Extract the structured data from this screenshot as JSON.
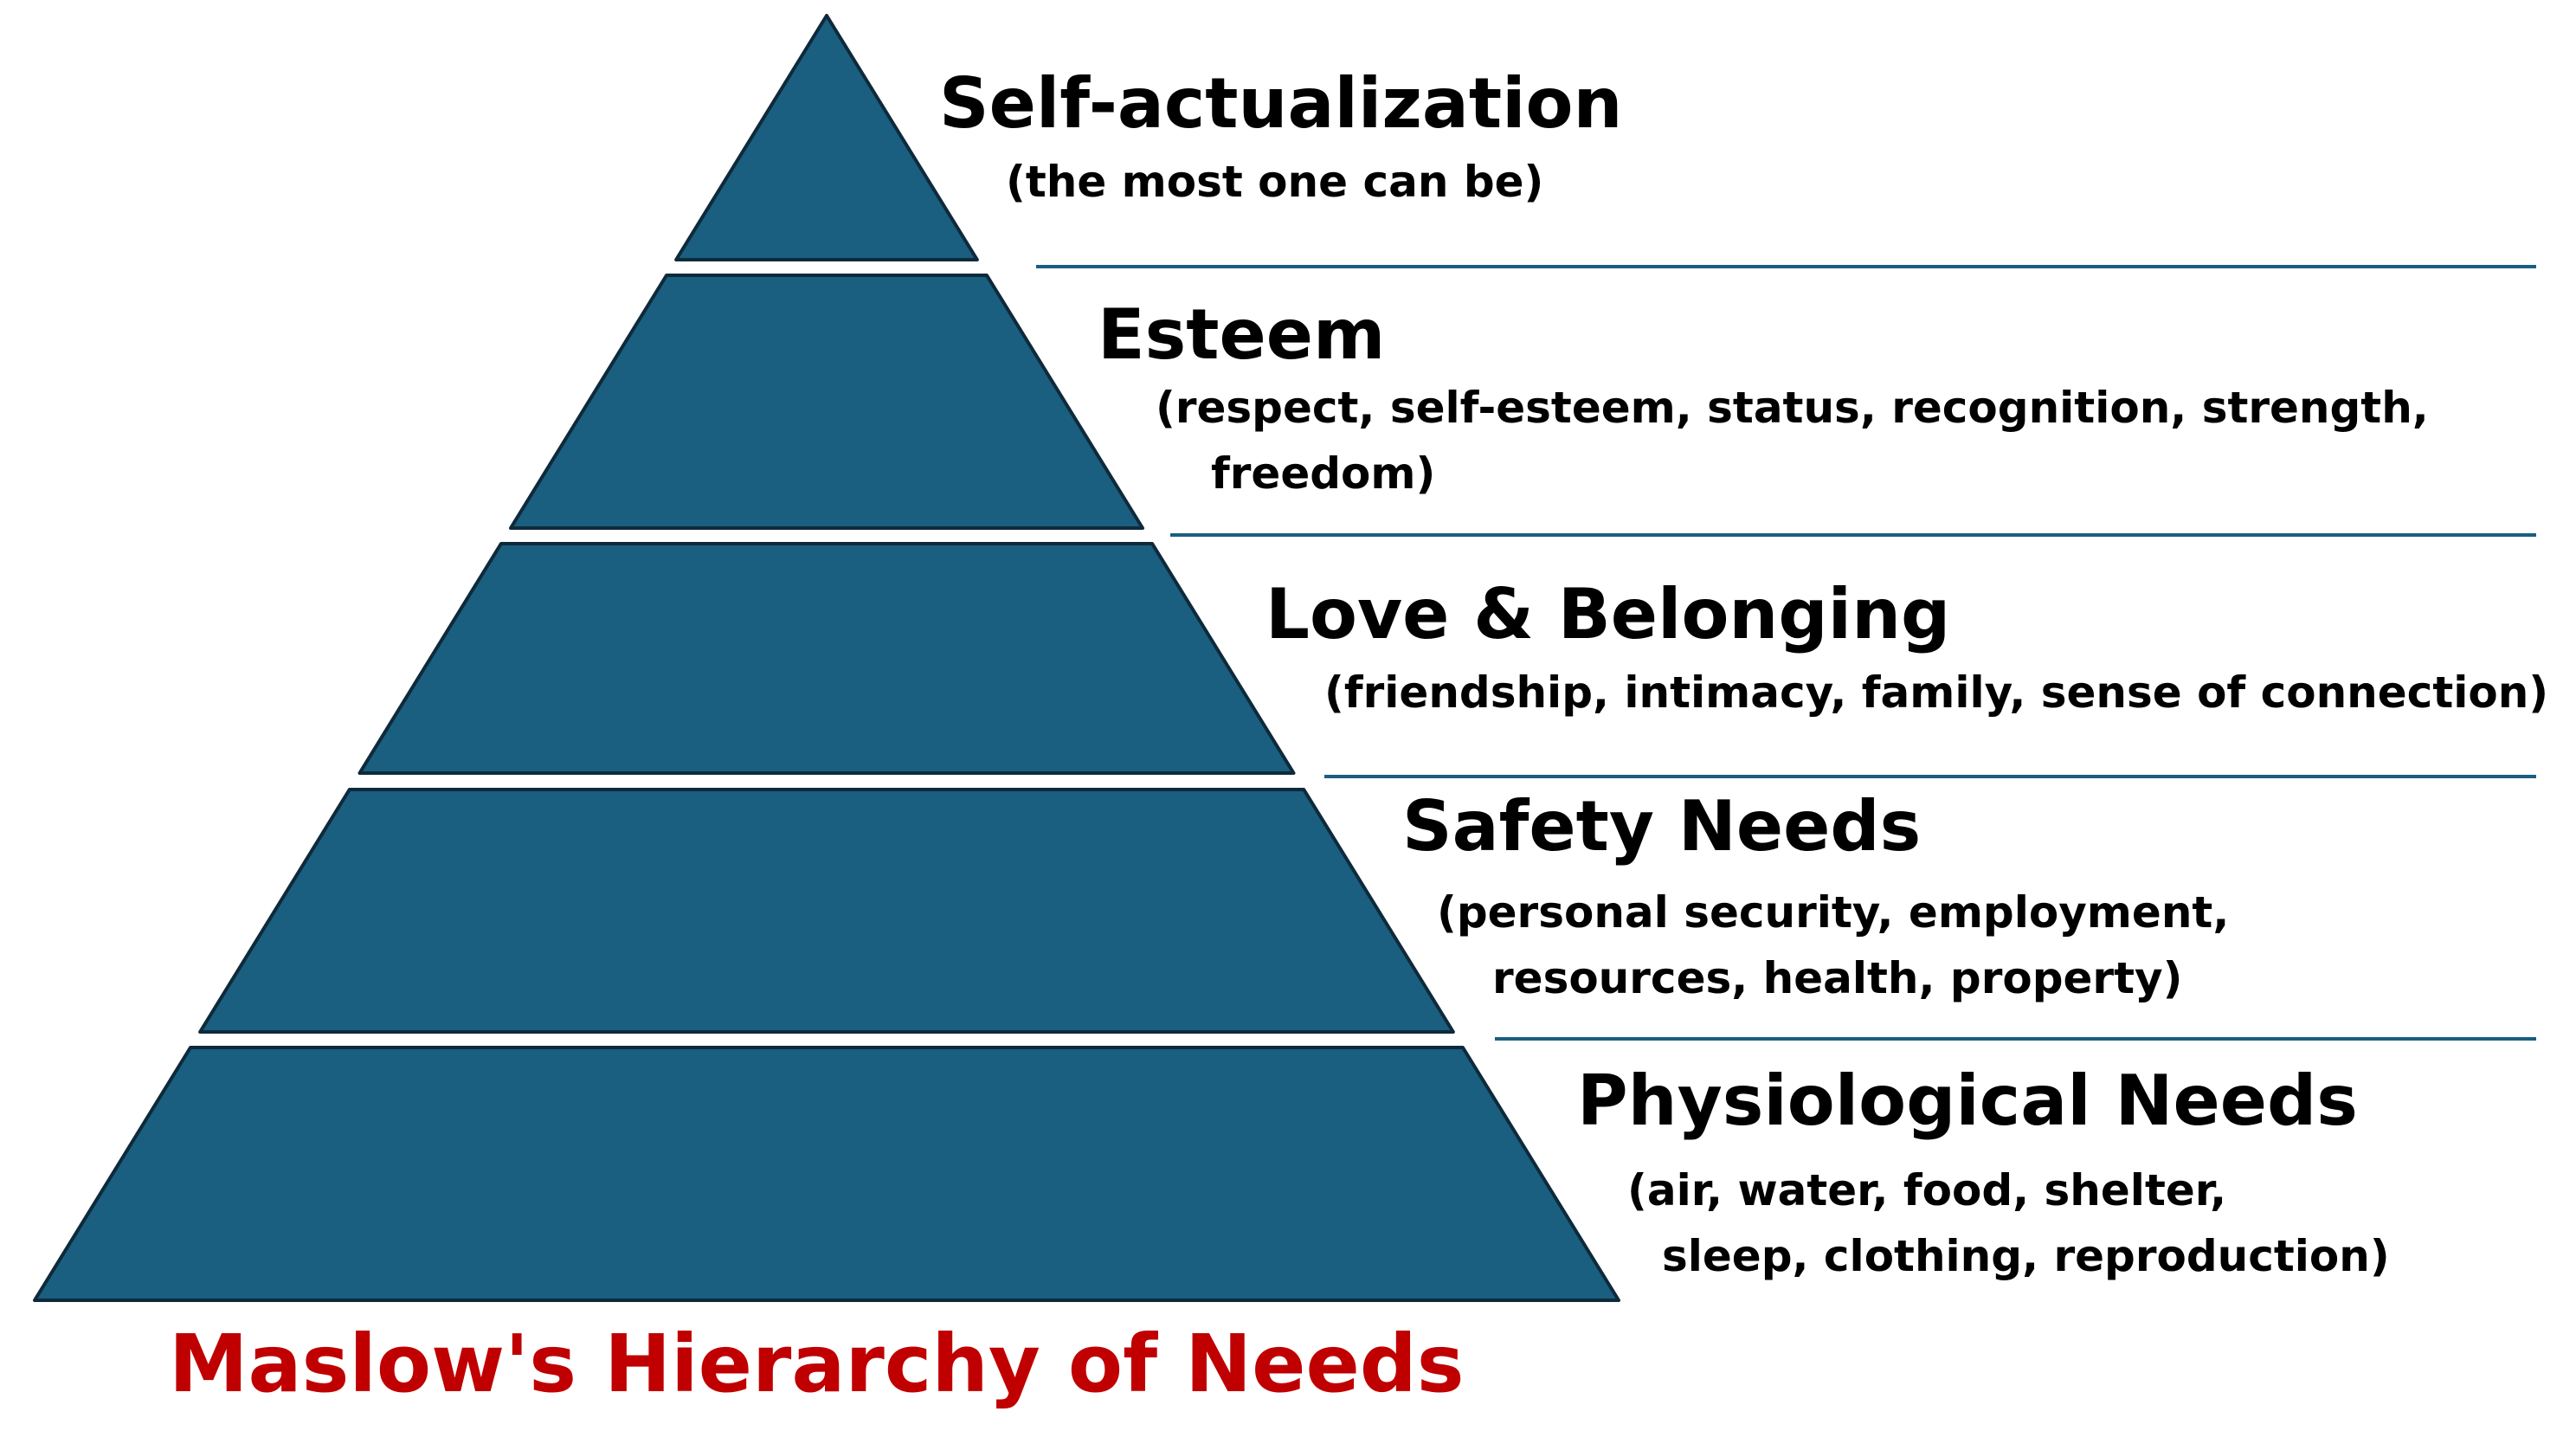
{
  "title": "Maslow's Hierarchy of Needs",
  "colors": {
    "tier_fill": "#1A5E80",
    "tier_stroke": "#0E2A3A",
    "divider": "#1A5E80",
    "title": "#C00000",
    "text": "#000000"
  },
  "levels": [
    {
      "name": "Self-actualization",
      "description": [
        "(the most one can be)"
      ]
    },
    {
      "name": "Esteem",
      "description": [
        "(respect, self-esteem, status, recognition, strength,",
        "freedom)"
      ]
    },
    {
      "name": "Love & Belonging",
      "description": [
        "(friendship, intimacy, family, sense of connection)"
      ]
    },
    {
      "name": "Safety Needs",
      "description": [
        "(personal security, employment,",
        "resources, health, property)"
      ]
    },
    {
      "name": "Physiological Needs",
      "description": [
        "(air, water, food, shelter,",
        "sleep, clothing, reproduction)"
      ]
    }
  ]
}
